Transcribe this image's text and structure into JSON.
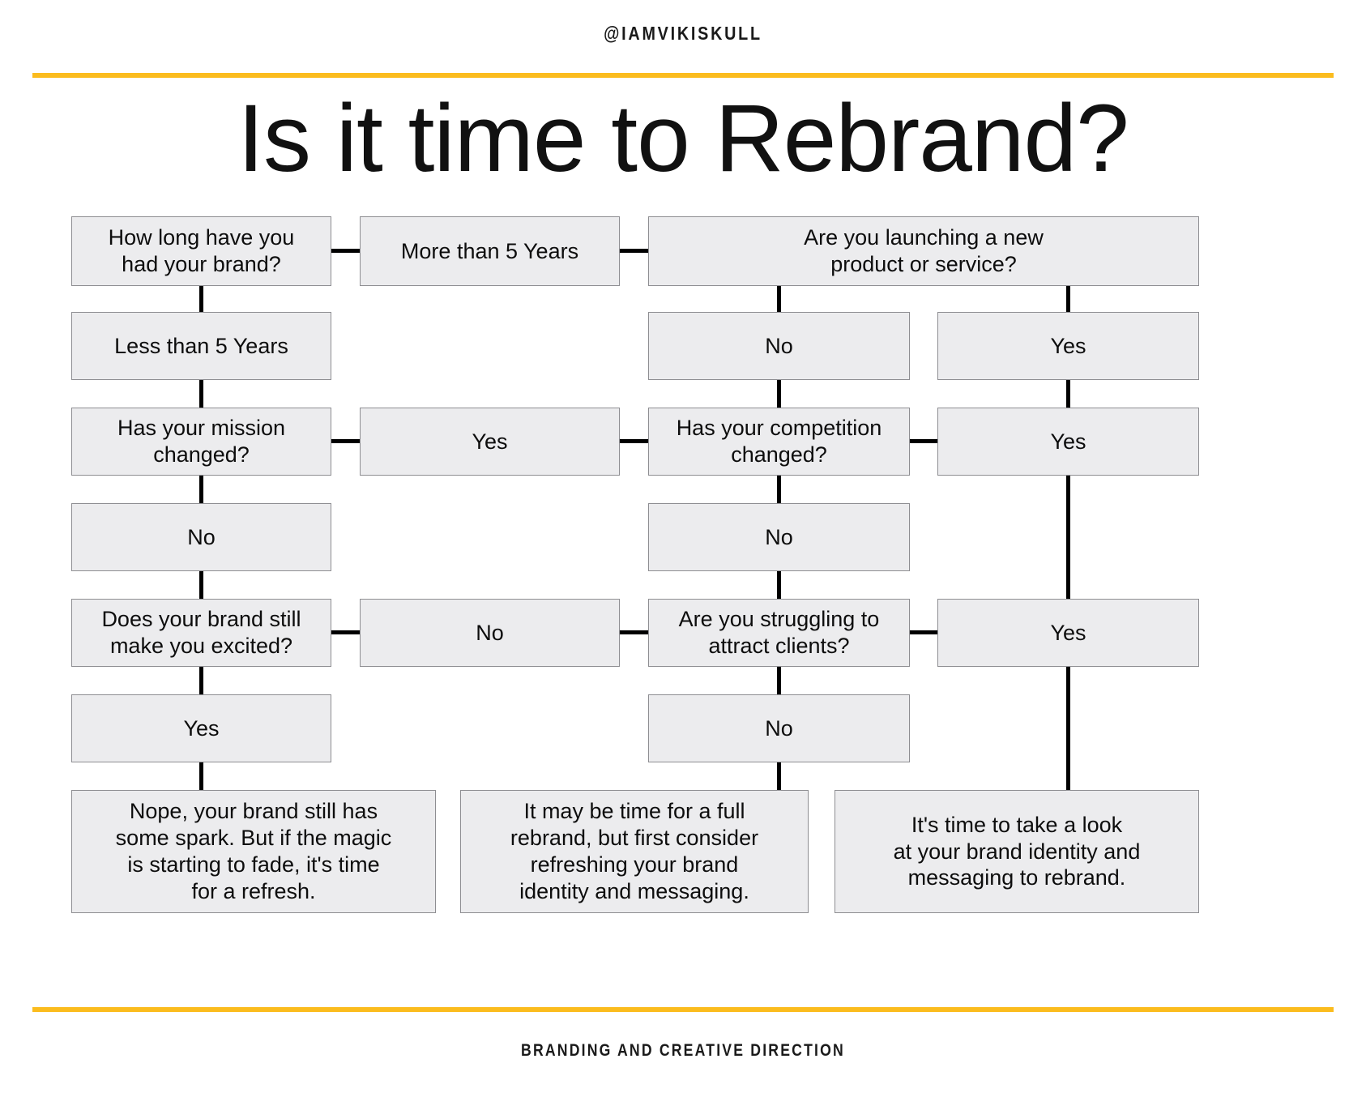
{
  "colors": {
    "accent": "#FBBC1E",
    "node_fill": "#ececee",
    "node_border": "#8e8e92",
    "connector": "#000000",
    "text": "#0d0d0d"
  },
  "header": {
    "handle": "@IAMVIKISKULL"
  },
  "title": "Is it time to Rebrand?",
  "footer": {
    "tagline": "BRANDING AND CREATIVE DIRECTION"
  },
  "flow": {
    "nodes": [
      {
        "id": "q-brand-age",
        "text": "How long have you\nhad your brand?"
      },
      {
        "id": "a-more-5",
        "text": "More than 5 Years"
      },
      {
        "id": "q-new-product",
        "text": "Are you launching a new\nproduct or service?"
      },
      {
        "id": "a-less-5",
        "text": "Less than 5 Years"
      },
      {
        "id": "a-newprod-no",
        "text": "No"
      },
      {
        "id": "a-newprod-yes",
        "text": "Yes"
      },
      {
        "id": "q-mission",
        "text": "Has your mission\nchanged?"
      },
      {
        "id": "a-mission-yes",
        "text": "Yes"
      },
      {
        "id": "q-competition",
        "text": "Has your competition\nchanged?"
      },
      {
        "id": "a-comp-yes",
        "text": "Yes"
      },
      {
        "id": "a-mission-no",
        "text": "No"
      },
      {
        "id": "a-comp-no",
        "text": "No"
      },
      {
        "id": "q-excited",
        "text": "Does your brand still\nmake you excited?"
      },
      {
        "id": "a-excited-no",
        "text": "No"
      },
      {
        "id": "q-attract",
        "text": "Are you struggling to\nattract clients?"
      },
      {
        "id": "a-attract-yes",
        "text": "Yes"
      },
      {
        "id": "a-excited-yes",
        "text": "Yes"
      },
      {
        "id": "a-attract-no",
        "text": "No"
      },
      {
        "id": "result-refresh",
        "text": "Nope, your brand still has\nsome spark. But if the magic\nis starting to fade, it's time\nfor a refresh."
      },
      {
        "id": "result-consider",
        "text": "It may be time for a full\nrebrand, but first consider\nrefreshing your brand\nidentity and messaging."
      },
      {
        "id": "result-rebrand",
        "text": "It's time to take a look\nat your brand identity and\nmessaging to rebrand."
      }
    ]
  }
}
